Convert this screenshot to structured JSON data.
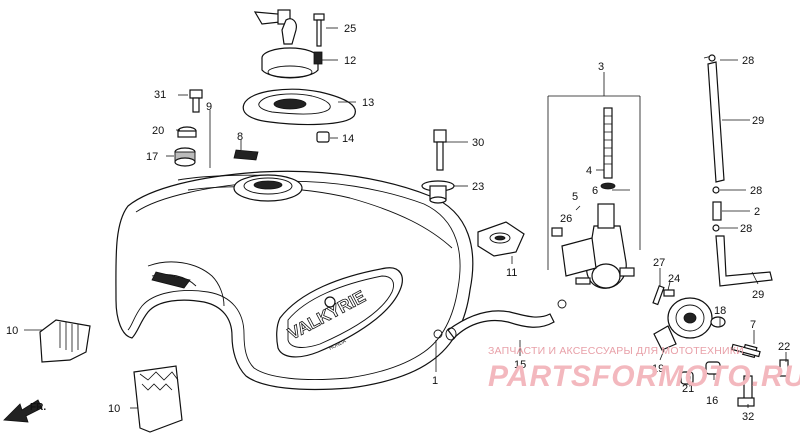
{
  "diagram": {
    "part_numbers": [
      "1",
      "2",
      "3",
      "4",
      "5",
      "6",
      "7",
      "8",
      "9",
      "10",
      "11",
      "12",
      "13",
      "14",
      "15",
      "16",
      "17",
      "18",
      "19",
      "20",
      "21",
      "22",
      "23",
      "24",
      "25",
      "26",
      "27",
      "28",
      "29",
      "30",
      "31",
      "32"
    ],
    "callouts": [
      {
        "id": "c25",
        "text": "25"
      },
      {
        "id": "c12",
        "text": "12"
      },
      {
        "id": "c13",
        "text": "13"
      },
      {
        "id": "c14",
        "text": "14"
      },
      {
        "id": "c31",
        "text": "31"
      },
      {
        "id": "c9",
        "text": "9"
      },
      {
        "id": "c20",
        "text": "20"
      },
      {
        "id": "c8",
        "text": "8"
      },
      {
        "id": "c17",
        "text": "17"
      },
      {
        "id": "c30",
        "text": "30"
      },
      {
        "id": "c23",
        "text": "23"
      },
      {
        "id": "c3",
        "text": "3"
      },
      {
        "id": "c28a",
        "text": "28"
      },
      {
        "id": "c29a",
        "text": "29"
      },
      {
        "id": "c4",
        "text": "4"
      },
      {
        "id": "c5",
        "text": "5"
      },
      {
        "id": "c6",
        "text": "6"
      },
      {
        "id": "c28b",
        "text": "28"
      },
      {
        "id": "c2",
        "text": "2"
      },
      {
        "id": "c28c",
        "text": "28"
      },
      {
        "id": "c26",
        "text": "26"
      },
      {
        "id": "c11",
        "text": "11"
      },
      {
        "id": "c27",
        "text": "27"
      },
      {
        "id": "c24",
        "text": "24"
      },
      {
        "id": "c29b",
        "text": "29"
      },
      {
        "id": "c10a",
        "text": "10"
      },
      {
        "id": "c1",
        "text": "1"
      },
      {
        "id": "c15",
        "text": "15"
      },
      {
        "id": "c18",
        "text": "18"
      },
      {
        "id": "c7",
        "text": "7"
      },
      {
        "id": "c19",
        "text": "19"
      },
      {
        "id": "c22",
        "text": "22"
      },
      {
        "id": "c21",
        "text": "21"
      },
      {
        "id": "c16",
        "text": "16"
      },
      {
        "id": "c10b",
        "text": "10"
      },
      {
        "id": "c32",
        "text": "32"
      }
    ],
    "emblem_text": "VALKYRIE",
    "emblem_sub": "HONDA",
    "direction_label": "FR."
  },
  "watermark": {
    "line1": "ЗАПЧАСТИ И АКСЕССУАРЫ ДЛЯ МОТОТЕХНИКИ",
    "line2": "PARTSFORMOTO.RU"
  }
}
